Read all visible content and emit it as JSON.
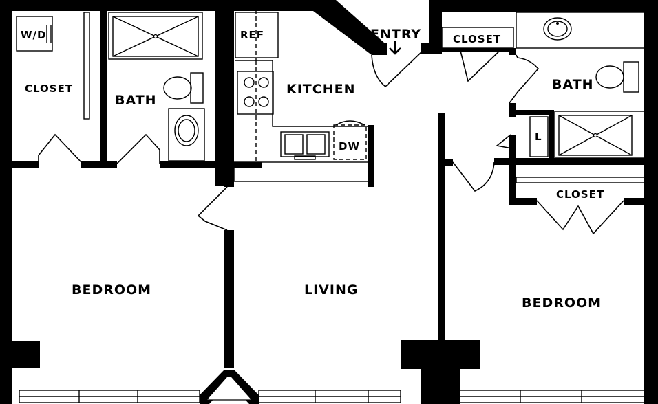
{
  "rooms": {
    "laundry": "W/D",
    "closet_left": "CLOSET",
    "bath_left": "BATH",
    "refrigerator": "REF",
    "kitchen": "KITCHEN",
    "dishwasher": "DW",
    "entry": "ENTRY",
    "closet_entry": "CLOSET",
    "bath_right": "BATH",
    "linen": "L",
    "closet_right": "CLOSET",
    "bedroom_left": "BEDROOM",
    "living": "LIVING",
    "bedroom_right": "BEDROOM"
  },
  "icons": {
    "entry_arrow": "arrow-down-icon"
  }
}
